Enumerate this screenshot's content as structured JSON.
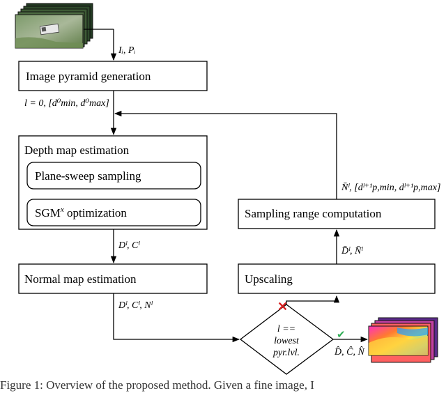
{
  "boxes": {
    "pyramid": "Image pyramid generation",
    "depth": "Depth map estimation",
    "plane_sweep": "Plane-sweep sampling",
    "sgm_base": "SGM",
    "sgm_sup": "x",
    "sgm_rest": " optimization",
    "normal": "Normal map estimation",
    "upscaling": "Upscaling",
    "sampling_range": "Sampling range computation"
  },
  "decision": {
    "line1": "l ==",
    "line2": "lowest",
    "line3": "pyr.lvl."
  },
  "labels": {
    "input": "Iᵢ, Pᵢ",
    "init": "l = 0, [d⁰min, d⁰max]",
    "depth_out": "Dˡ, Cˡ",
    "normal_out": "Dˡ, Cˡ, Nˡ",
    "upscaled": "D̄ˡ, N̄ˡ",
    "range_out": "N̄ˡ, [dˡ⁺¹p,min, dˡ⁺¹p,max]",
    "final": "D̂, Ĉ, N̂"
  },
  "marks": {
    "no": "✕",
    "yes": "✔"
  },
  "colors": {
    "no_mark": "#d62020",
    "yes_mark": "#2fae55"
  },
  "icons": {
    "input_images": "aerial-image-stack-icon",
    "output_maps": "depth-map-stack-icon"
  },
  "caption": {
    "figure": "Figure 1:",
    "text": " Overview of the proposed method. Given a fine image, I"
  }
}
